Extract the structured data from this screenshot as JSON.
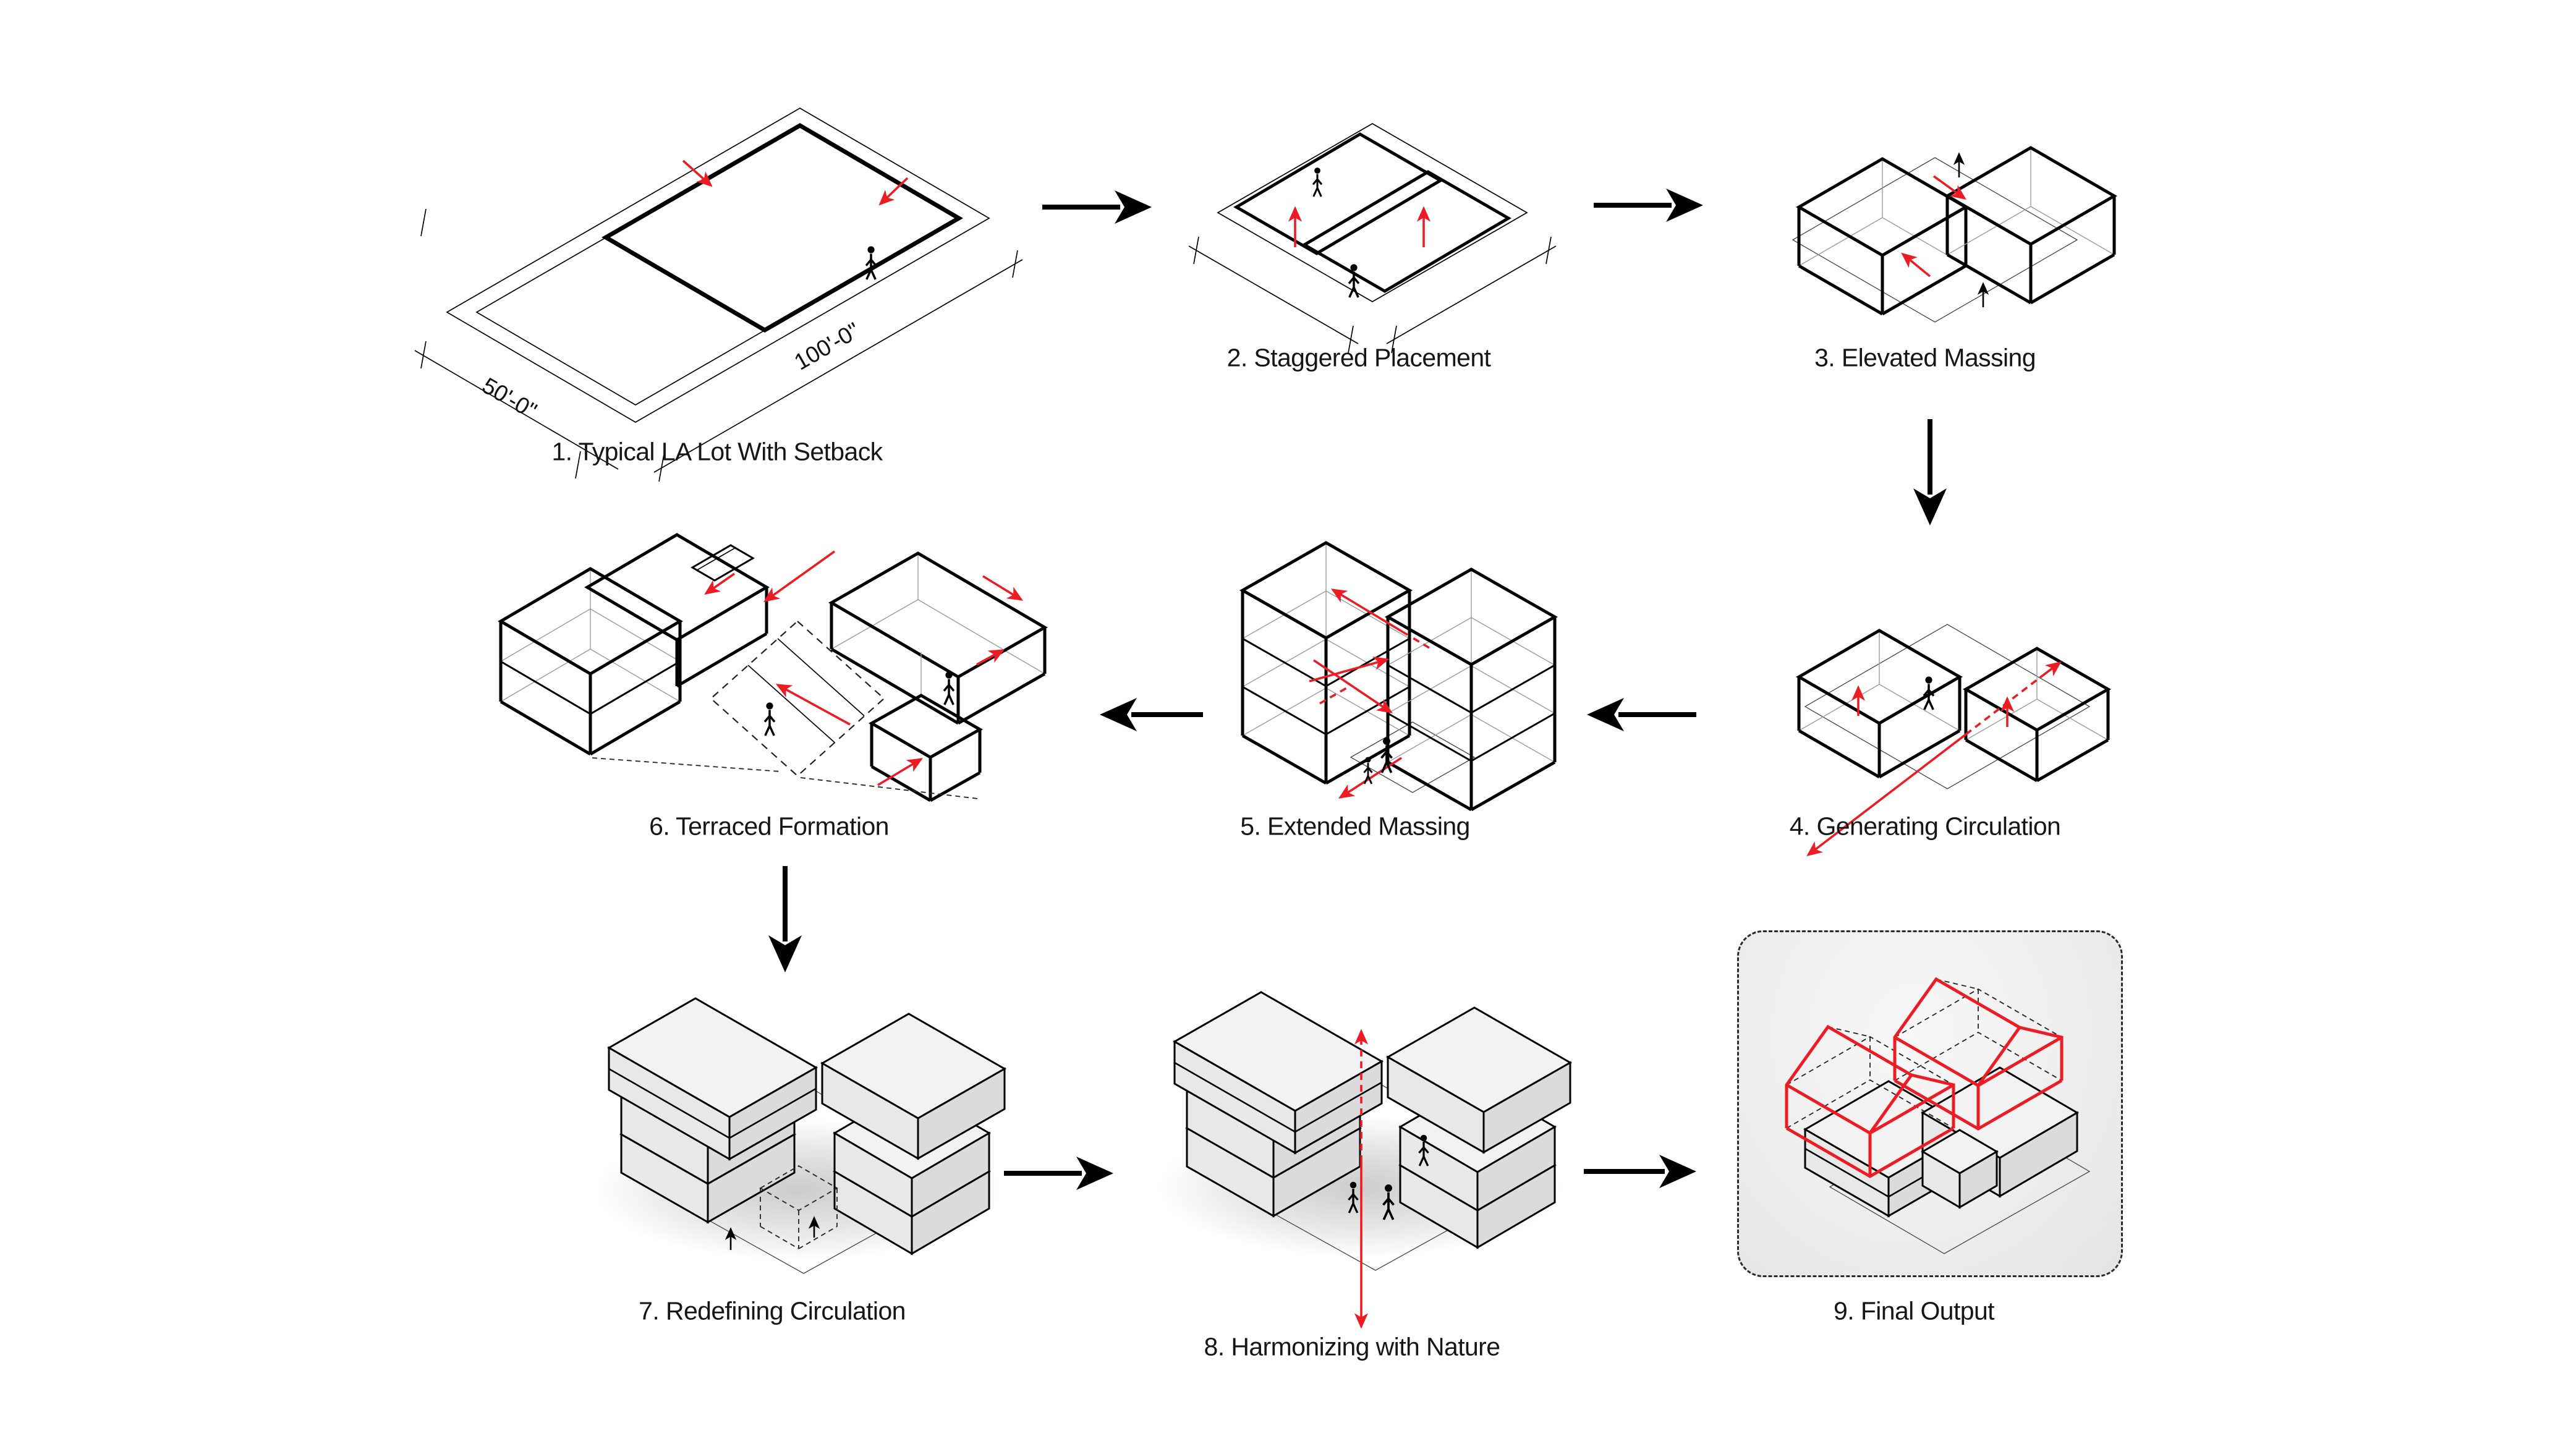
{
  "title": "Architectural massing process diagram",
  "colors": {
    "accent_red": "#ED1C24",
    "line_black": "#000000",
    "hidden_gray": "#9c9c9c",
    "mass_fill": "#ededed",
    "panel_fill": "#efefef",
    "background": "#ffffff"
  },
  "steps": [
    {
      "id": "1",
      "label": "1. Typical LA Lot With Setback",
      "dim_width": "50'-0\"",
      "dim_length": "100'-0\""
    },
    {
      "id": "2",
      "label": "2. Staggered Placement"
    },
    {
      "id": "3",
      "label": "3. Elevated Massing"
    },
    {
      "id": "4",
      "label": "4. Generating Circulation"
    },
    {
      "id": "5",
      "label": "5. Extended Massing"
    },
    {
      "id": "6",
      "label": "6. Terraced Formation"
    },
    {
      "id": "7",
      "label": "7. Redefining Circulation"
    },
    {
      "id": "8",
      "label": "8. Harmonizing with Nature"
    },
    {
      "id": "9",
      "label": "9. Final Output"
    }
  ],
  "flow_arrows": [
    {
      "from": "1",
      "to": "2",
      "direction": "right"
    },
    {
      "from": "2",
      "to": "3",
      "direction": "right"
    },
    {
      "from": "3",
      "to": "4",
      "direction": "down"
    },
    {
      "from": "4",
      "to": "5",
      "direction": "left"
    },
    {
      "from": "5",
      "to": "6",
      "direction": "left"
    },
    {
      "from": "6",
      "to": "7",
      "direction": "down"
    },
    {
      "from": "7",
      "to": "8",
      "direction": "right"
    },
    {
      "from": "8",
      "to": "9",
      "direction": "right"
    }
  ]
}
